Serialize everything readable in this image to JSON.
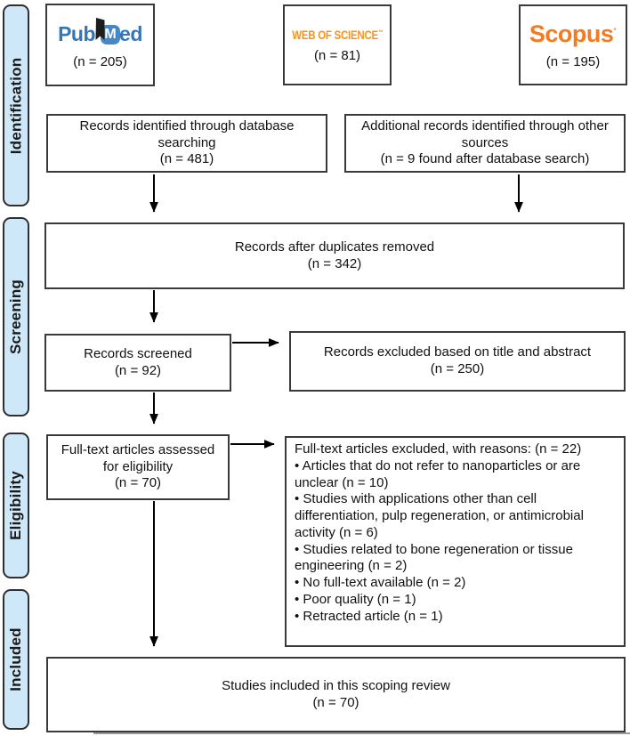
{
  "palette": {
    "sidebar_fill": "#cfe8f9",
    "box_border": "#3a3a3a",
    "pubmed_blue": "#3577b5",
    "wos_orange": "#f7941d",
    "scopus_orange": "#f47b20"
  },
  "sections": {
    "identification": "Identification",
    "screening": "Screening",
    "eligibility": "Eligibility",
    "included": "Included"
  },
  "databases": {
    "pubmed": {
      "logo_pub": "Pub",
      "logo_m": "M",
      "logo_ed": "ed",
      "count": "(n = 205)"
    },
    "web_of_science": {
      "logo": "WEB OF SCIENCE",
      "trademark": "™",
      "count": "(n = 81)"
    },
    "scopus": {
      "logo": "Scopus",
      "trademark": "·",
      "count": "(n = 195)"
    }
  },
  "boxes": {
    "records_identified": {
      "title": "Records identified through database searching",
      "count": "(n = 481)"
    },
    "additional_records": {
      "title": "Additional records identified through other sources",
      "count": "(n = 9 found after database search)"
    },
    "duplicates_removed": {
      "title": "Records after duplicates removed",
      "count": "(n = 342)"
    },
    "records_screened": {
      "title": "Records screened",
      "count": "(n = 92)"
    },
    "records_excluded": {
      "title": "Records excluded based on title and abstract",
      "count": "(n = 250)"
    },
    "fulltext_assessed": {
      "title": "Full-text articles assessed for eligibility",
      "count": "(n = 70)"
    },
    "fulltext_excluded": {
      "header": "Full-text articles excluded, with reasons: (n = 22)",
      "reasons": [
        "• Articles that do not refer to nanoparticles or are unclear (n = 10)",
        "• Studies with applications other than cell differentiation, pulp regeneration, or antimicrobial activity (n = 6)",
        "• Studies related to bone regeneration or tissue engineering (n = 2)",
        "• No full-text available (n = 2)",
        "• Poor quality (n = 1)",
        "• Retracted article (n = 1)"
      ]
    },
    "studies_included": {
      "title": "Studies included in this scoping review",
      "count": "(n = 70)"
    }
  }
}
